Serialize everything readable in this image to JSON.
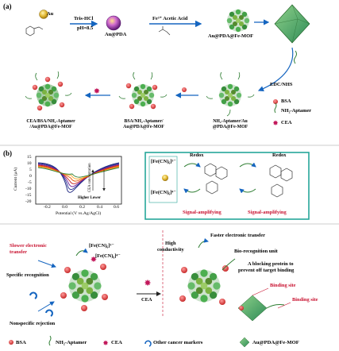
{
  "colors": {
    "mof": "#2e7d32",
    "mof_light": "#6ab04c",
    "au": "#d4af37",
    "pda": "#7b1fa2",
    "bsa": "#e53935",
    "cea": "#c2185b",
    "teal_box": "#26a69a",
    "arrow": "#1565c0",
    "text_red": "#c8102e"
  },
  "panel_a": {
    "label": "(a)",
    "au_label": "Au",
    "step1_top": "Tris-HCl",
    "step1_bottom": "pH=8.5",
    "au_pda_label": "Au@PDA",
    "step2_top": "Fe³⁺ Acetic Acid",
    "mof_label": "Au@PDA@Fe-MOF",
    "edc_label": "EDC/NHS",
    "legend_bsa": "BSA",
    "legend_aptamer": "NH₂-Aptamer",
    "legend_cea": "CEA",
    "captions": [
      {
        "line1": "CEA/BSA/NH₂-Aptamer",
        "line2": "/Au@PDA@Fe-MOF"
      },
      {
        "line1": "BSA/NH₂-Aptamer/",
        "line2": "Au@PDA@Fe-MOF"
      },
      {
        "line1": "NH₂-Aptamer/Au",
        "line2": "@PDA@Fe-MOF"
      }
    ]
  },
  "panel_b": {
    "label": "(b)",
    "y_axis": "Current (μA)",
    "x_axis": "Potential (V vs.Ag/AgCl)",
    "y_ticks": [
      "15",
      "10",
      "5",
      "0",
      "-5",
      "-10",
      "-15",
      "-20"
    ],
    "x_ticks": [
      "-0.2",
      "0.0",
      "0.2",
      "0.4",
      "0.6"
    ],
    "conc_label": "CEA concentration",
    "higher_lower": "Higher   Lower",
    "redox_left": "Redox",
    "redox_right": "Redox",
    "fe3_label": "[Fe(CN)₆]³⁻",
    "fe4_label": "[Fe(CN)₆]⁴⁻",
    "signal_left": "Signal-amplifying",
    "signal_right": "Signal-amplifying"
  },
  "panel_c": {
    "slower": "Slower electronic",
    "transfer": "transfer",
    "fe3": "[Fe(CN)₆]³⁻",
    "fe4": "[Fe(CN)₆]⁴⁻",
    "high1": "High",
    "high2": "conductivity",
    "faster": "Faster electronic transfer",
    "bio": "Bio-recognition unit",
    "block1": "A blocking protein to",
    "block2": "prevent off target binding",
    "specific": "Specific recognition",
    "nonspecific": "Nonspecific rejection",
    "cea": "CEA",
    "binding1": "Binding site",
    "binding2": "Binding site"
  },
  "legend": {
    "bsa": "BSA",
    "aptamer": "NH₂-Aptamer",
    "cea": "CEA",
    "other": "Other cancer markers",
    "mof": "Au@PDA@Fe-MOF"
  }
}
